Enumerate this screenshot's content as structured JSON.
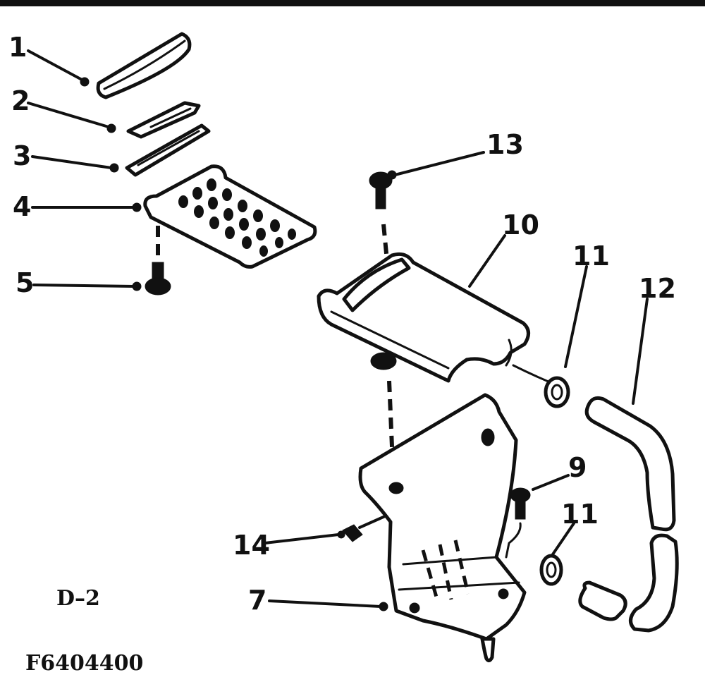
{
  "callouts": {
    "c1": "1",
    "c2": "2",
    "c3": "3",
    "c4": "4",
    "c5": "5",
    "c13": "13",
    "c10": "10",
    "c11a": "11",
    "c12": "12",
    "c9": "9",
    "c11b": "11",
    "c14": "14",
    "c7": "7"
  },
  "view_label": "D–2",
  "figure_id": "F6404400"
}
